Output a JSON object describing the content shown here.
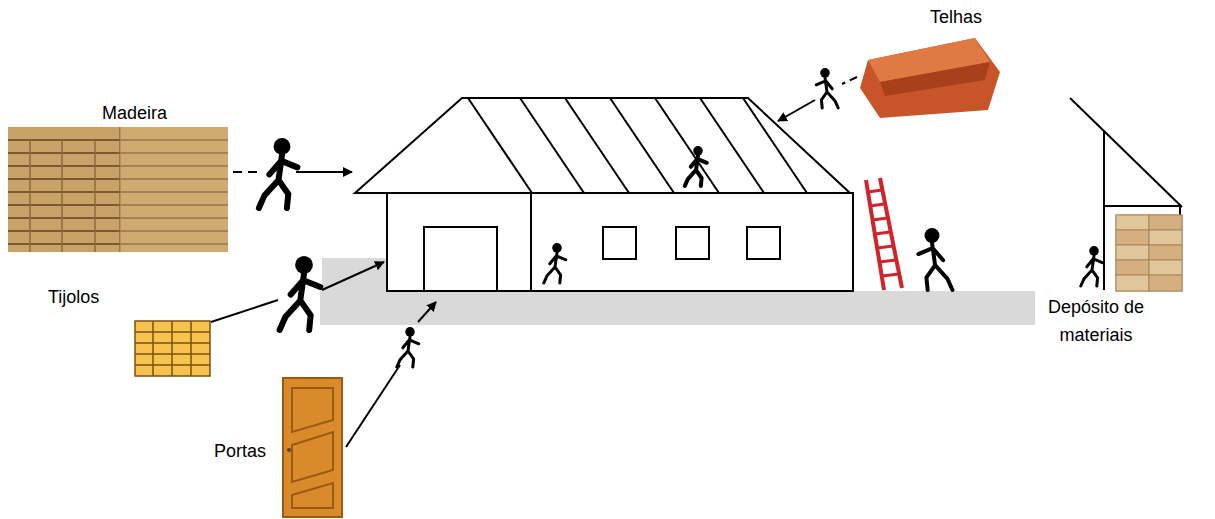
{
  "diagram": {
    "labels": [
      "Telhas",
      "Madeira",
      "Tijolos",
      "Portas",
      "Depósito de materiais"
    ]
  }
}
